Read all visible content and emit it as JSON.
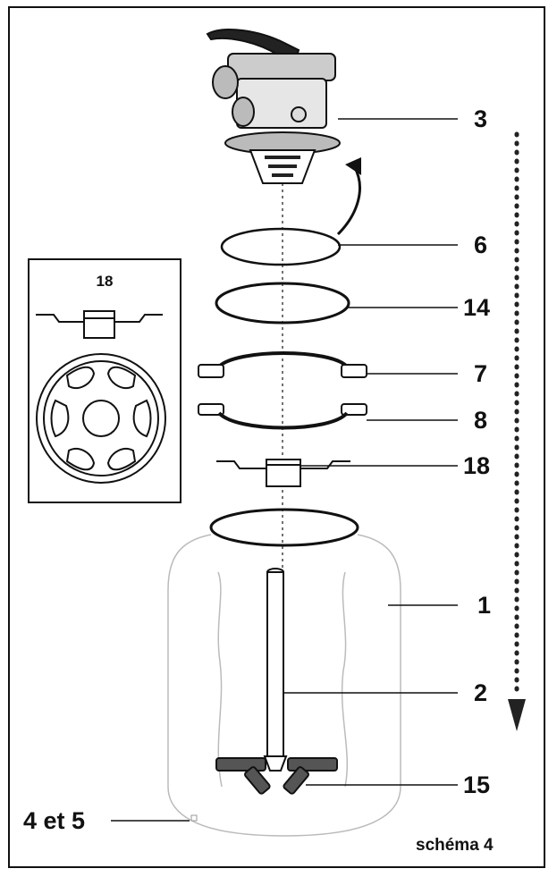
{
  "labels": {
    "valve": "3",
    "oring_small": "6",
    "oring_large": "14",
    "clamp_upper": "7",
    "clamp_lower": "8",
    "diffuser": "18",
    "tank": "1",
    "standpipe": "2",
    "laterals": "15",
    "drain": "4 et 5"
  },
  "inset": {
    "title": "18"
  },
  "caption": "schéma 4"
}
